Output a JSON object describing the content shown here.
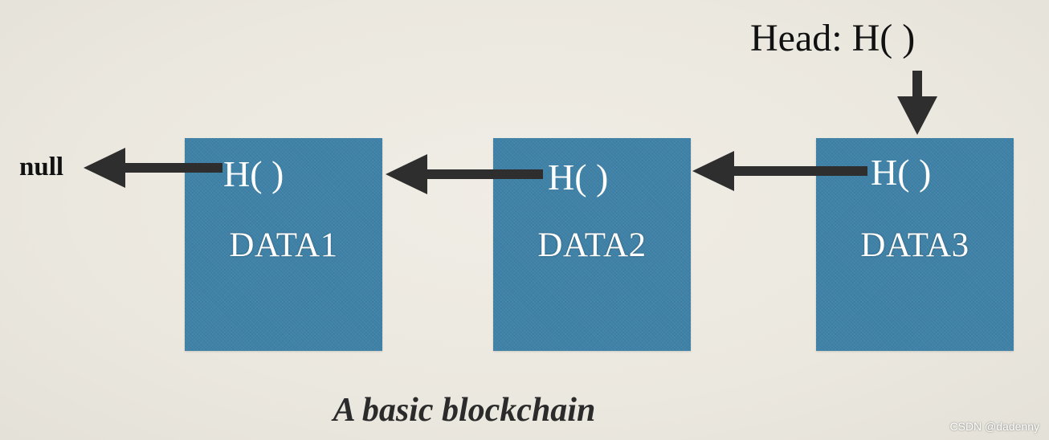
{
  "diagram": {
    "head_label": "Head: H( )",
    "null_label": "null",
    "caption": "A basic blockchain",
    "watermark": "CSDN @dadenny",
    "blocks": [
      {
        "hash_label": "H( )",
        "data_label": "DATA1"
      },
      {
        "hash_label": "H( )",
        "data_label": "DATA2"
      },
      {
        "hash_label": "H( )",
        "data_label": "DATA3"
      }
    ]
  },
  "colors": {
    "block_fill": "#3f82a8",
    "arrow": "#2e2e2e",
    "text_dark": "#111111",
    "background": "#ece9e1"
  }
}
